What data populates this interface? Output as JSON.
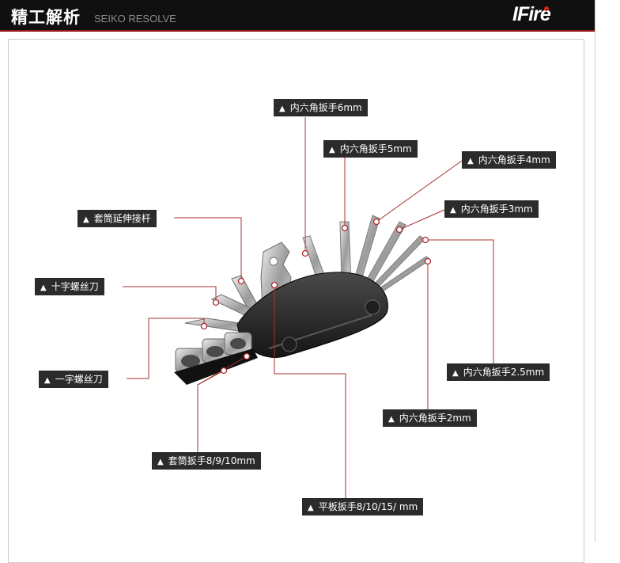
{
  "header": {
    "title": "精工解析",
    "subtitle": "SEIKO RESOLVE",
    "brand": "IFire"
  },
  "labels": {
    "hex6": "内六角扳手6mm",
    "hex5": "内六角扳手5mm",
    "hex4": "内六角扳手4mm",
    "hex3": "内六角扳手3mm",
    "hex25": "内六角扳手2.5mm",
    "hex2": "内六角扳手2mm",
    "extension": "套筒延伸接杆",
    "cross": "十字螺丝刀",
    "flat": "一字螺丝刀",
    "socket": "套筒扳手8/9/10mm",
    "plate": "平板扳手8/10/15/ mm"
  },
  "marker": "▲",
  "colors": {
    "header_bg": "#101010",
    "label_bg": "#2b2b2b",
    "leader": "#a83232"
  }
}
